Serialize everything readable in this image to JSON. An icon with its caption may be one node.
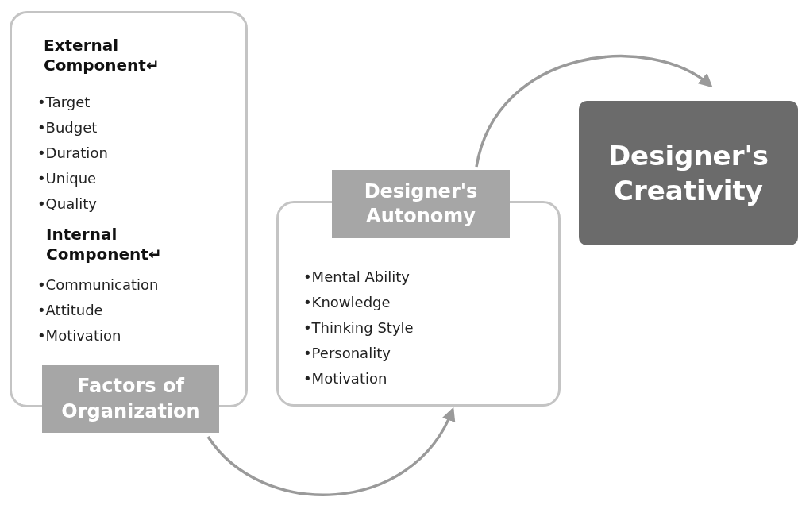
{
  "diagram": {
    "nodes": [
      {
        "text": [
          "External Component↵",
          "•Target",
          "•Budget",
          "•Duration",
          "•Unique",
          "•Quality",
          "Internal Component↵",
          "•Communication",
          "•Attitude",
          "•Motivation"
        ]
      },
      {
        "text": [
          "Factors of Organization"
        ]
      },
      {
        "text": [
          "•Mental Ability",
          "•Knowledge",
          "•Thinking Style",
          "•Personality",
          "•Motivation"
        ]
      },
      {
        "text": [
          "Designer's Autonomy"
        ]
      },
      {
        "text": [
          "Designer's Creativity"
        ]
      }
    ],
    "edges": [
      {
        "from": 1,
        "to": 2,
        "arrow": "to"
      },
      {
        "from": 3,
        "to": 4,
        "arrow": "to"
      }
    ]
  }
}
